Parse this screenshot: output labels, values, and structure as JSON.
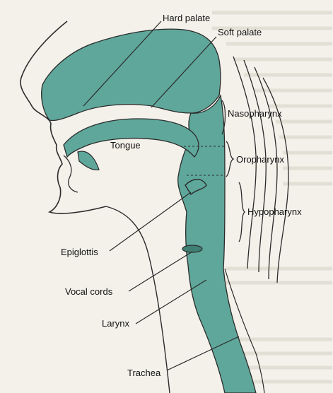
{
  "diagram": {
    "labels": {
      "hard_palate": "Hard palate",
      "soft_palate": "Soft palate",
      "nasopharynx": "Nasopharynx",
      "tongue": "Tongue",
      "oropharynx": "Oropharynx",
      "hypopharynx": "Hypopharynx",
      "epiglottis": "Epiglottis",
      "vocal_cords": "Vocal cords",
      "larynx": "Larynx",
      "trachea": "Trachea"
    },
    "colors": {
      "airway_fill": "#5fa79b",
      "outline": "#2b2b2b",
      "background": "#f3f1ea",
      "bleed_text": "#c9c6bc"
    }
  }
}
